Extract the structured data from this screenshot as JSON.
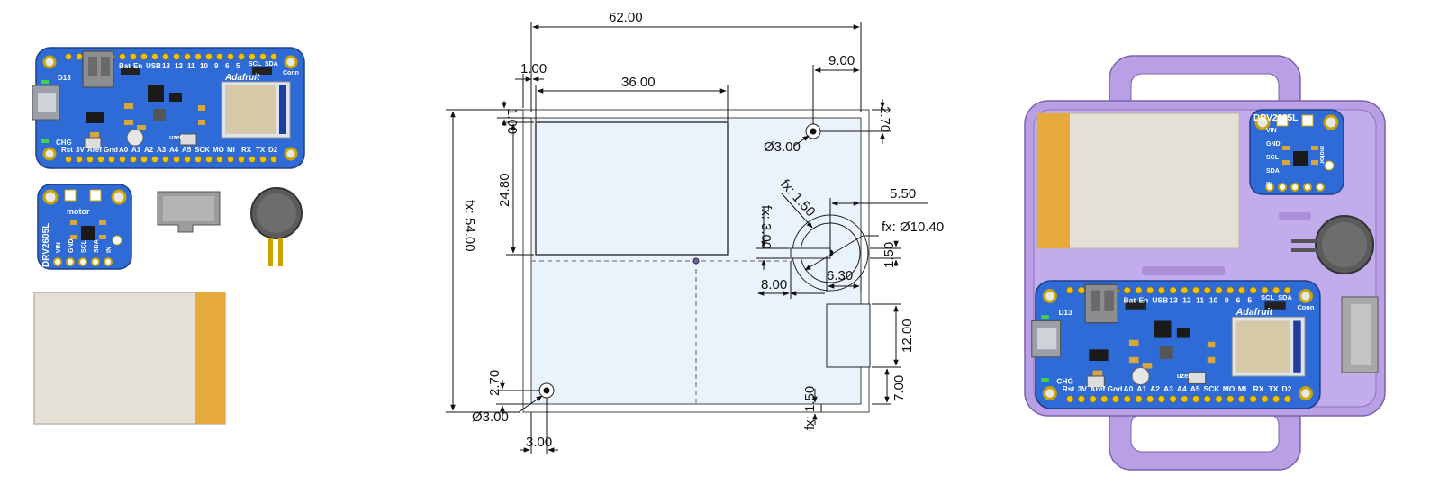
{
  "feather_board": {
    "top_labels": [
      "Bat",
      "En",
      "USB",
      "13",
      "12",
      "11",
      "10",
      "9",
      "6",
      "5",
      "SCL",
      "SDA"
    ],
    "bottom_labels": [
      "Rst",
      "3V",
      "Aref",
      "Gnd",
      "A0",
      "A1",
      "A2",
      "A3",
      "A4",
      "A5",
      "SCK",
      "MO",
      "MI",
      "RX",
      "TX",
      "D2"
    ],
    "side_labels": {
      "d13": "D13",
      "chg": "CHG",
      "conn": "Conn",
      "buzzer": "uzer",
      "brand": "Adafruit"
    }
  },
  "driver_board": {
    "name": "DRV2605L",
    "motor_label": "motor",
    "pin_labels": [
      "VIN",
      "GND",
      "SCL",
      "SDA",
      "IN"
    ]
  },
  "drawing": {
    "dims": {
      "total_width": "62.00",
      "offset_left": "1.00",
      "battery_width": "36.00",
      "hole_offset_right": "9.00",
      "hole_offset_top": "2.70",
      "offset_top": "1.00",
      "total_height": "fx: 54.00",
      "battery_height": "24.80",
      "hole_top_diameter": "Ø3.00",
      "fillet_small": "fx: 1.50",
      "motor_offset_vert": "fx: 3.00",
      "motor_offset_right": "5.50",
      "motor_diameter": "fx: Ø10.40",
      "motor_slot_height": "1.50",
      "motor_slot_width": "6.30",
      "motor_slot_left": "8.00",
      "connector_height": "12.00",
      "connector_bottom": "7.00",
      "bottom_fillet": "fx: 1.50",
      "hole_bottom_offset": "2.70",
      "hole_bottom_diameter": "Ø3.00",
      "hole_bottom_left": "3.00"
    }
  },
  "colors": {
    "pcb_blue": "#2f6bd6",
    "battery_tan": "#e4e0d6",
    "battery_tab": "#e6a93c",
    "enclosure_purple": "#b9a0e6",
    "drawing_fill": "#eaf3fb"
  }
}
